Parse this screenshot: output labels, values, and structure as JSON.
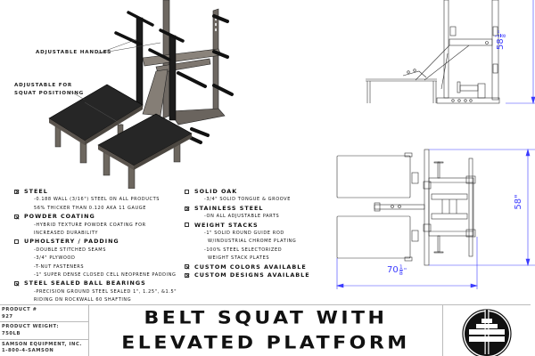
{
  "annotations": {
    "handles": "Adjustable handles",
    "squat_line1": "Adjustable for",
    "squat_line2": "squat positioning"
  },
  "dimensions": {
    "side_height": "58 1/8\"",
    "side_height_whole": "58",
    "side_height_frac_num": "1",
    "side_height_frac_den": "8",
    "top_depth": "58\"",
    "top_width_whole": "70",
    "top_width_frac_num": "1",
    "top_width_frac_den": "8",
    "inch_mark": "\"",
    "dimension_color": "#3b3bff"
  },
  "features": {
    "left": [
      {
        "label": "Steel",
        "checked": true,
        "details": [
          "-0.188 Wall (3/16\") Steel On ALL Products",
          "56% Thicker than 0.120 AKA 11 Gauge"
        ]
      },
      {
        "label": "Powder Coating",
        "checked": true,
        "details": [
          "-Hybrid Texture Powder Coating For",
          "Increased Durability"
        ]
      },
      {
        "label": "Upholstery / Padding",
        "checked": false,
        "details": [
          "-Double Stitched Seams",
          "-3/4\" Plywood",
          "-T-Nut Fasteners",
          "-1\" Super Dense Closed Cell Neoprene Padding"
        ]
      },
      {
        "label": "Steel Sealed Ball Bearings",
        "checked": true,
        "details": [
          "-Precision Ground Steel Sealed 1\", 1.25\", &1.5\"",
          "Riding on Rockwall 60 Shafting"
        ]
      }
    ],
    "right": [
      {
        "label": "Solid Oak",
        "checked": false,
        "details": [
          "-3/4\" Solid Tongue & Groove"
        ]
      },
      {
        "label": "Stainless Steel",
        "checked": true,
        "details": [
          "-On ALL Adjustable Parts"
        ]
      },
      {
        "label": "Weight Stacks",
        "checked": false,
        "details": [
          "-1\" Solid Round Guide Rod",
          "w/Industrial Chrome Plating",
          "-100% Steel Selectorized",
          "Weight Stack Plates"
        ]
      },
      {
        "label": "Custom Colors Available",
        "checked": true,
        "details": []
      },
      {
        "label": "Custom Designs Available",
        "checked": true,
        "details": []
      }
    ]
  },
  "title_block": {
    "product_number_label": "Product #",
    "product_number": "927",
    "product_weight_label": "Product Weight:",
    "product_weight": "750lb",
    "company": "Samson Equipment, Inc.",
    "phone": "1-800-4-SAMSON",
    "title_line1": "Belt Squat with",
    "title_line2": "Elevated Platform",
    "logo": "samson-barbell-logo"
  }
}
